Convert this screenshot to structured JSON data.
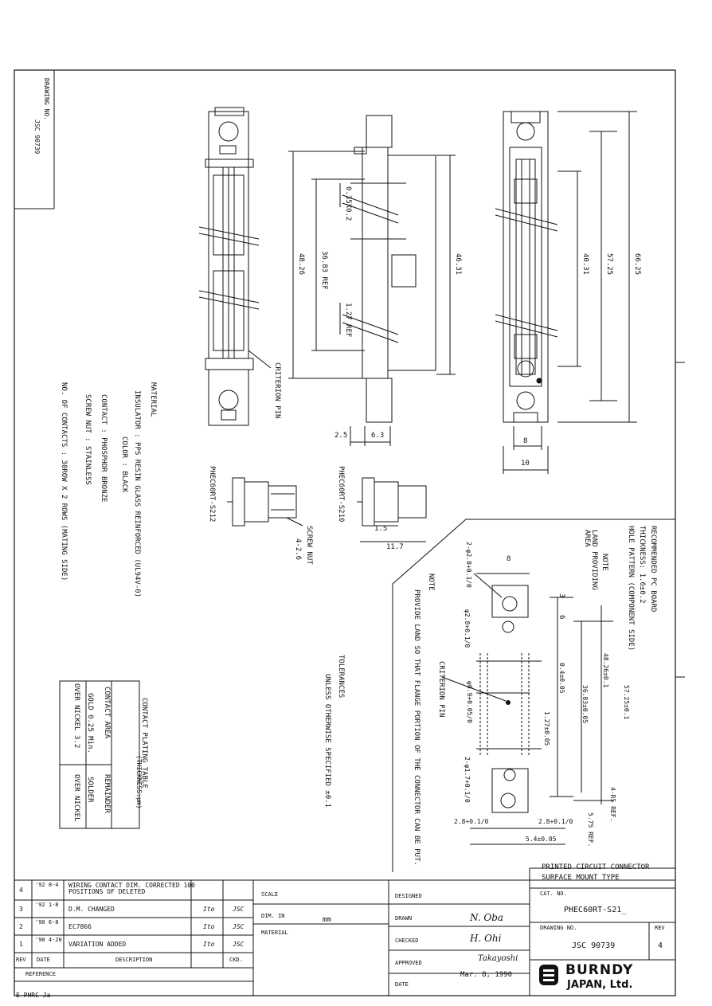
{
  "drawing_no_vertical": {
    "label": "DRAWING NO.",
    "value": "JSC 90739"
  },
  "views": {
    "dims_side": [
      "0.35X0.2",
      "36.83 REF",
      "48.26",
      "1.27 REF",
      "46.31",
      "2.5",
      "6.3"
    ],
    "dims_right": [
      "40.31",
      "57.25",
      "66.25",
      "8",
      "10"
    ],
    "criterion_pin": "CRITERION PIN",
    "model_a": "PHEC60RT-S212",
    "model_b": "PHEC60RT-S210",
    "screw_nut": "SCREW NUT",
    "screw_nut_dim": "4-2.6",
    "dim_15": "1.5",
    "dim_117": "11.7"
  },
  "material": {
    "title": "MATERIAL",
    "insulator": "INSULATOR : PPS RESIN GLASS REINFORCED (UL94V-0)",
    "color": "COLOR : BLACK",
    "contact": "CONTACT : PHOSPHOR BRONZE",
    "screw_nut": "SCREW NUT : STAINLESS",
    "contacts": "NO. OF CONTACTS : 30ROW X 2 ROWS (MATING SIDE)"
  },
  "plating_table": {
    "title": "CONTACT PLATING TABLE",
    "subtitle": "(THICKNESS:μm)",
    "headers": [
      "CONTACT AREA",
      "REMAINDER"
    ],
    "row1": [
      "GOLD 0.25 Min.",
      "SOLDER"
    ],
    "row2": [
      "OVER NICKEL 3.2",
      "OVER NICKEL"
    ]
  },
  "tolerance": {
    "line1": "TOLERANCES",
    "line2": "UNLESS OTHERWISE SPECIFIED ±0.1"
  },
  "pcb": {
    "title": "RECOMMENDED PC BOARD",
    "thickness": "THICKNESS: 1.6±0.2",
    "pattern": "HOLE PATTERN (COMPONENT SIDE)",
    "note": "NOTE",
    "land_area": "LAND PROVIDING AREA",
    "note2": "NOTE",
    "note2_text": "PROVIDE LAND SO THAT FLANGE PORTION OF THE CONNECTOR CAN BE PUT.",
    "criterion_pin": "CRITERION PIN",
    "dims": [
      "2-φ2.8+0.1/0",
      "8",
      "3",
      "6",
      "φ2.8+0.1/0",
      "0.4±0.05",
      "36.83±0.05",
      "48.26±0.1",
      "57.25±0.1",
      "1.27±0.05",
      "φ0.9+0.05/0",
      "2-φ1.7+0.1/0",
      "4-R5 REF.",
      "5.75 REF.",
      "2.8+0.1/0",
      "2.8+0.1/0",
      "5.4±0.05"
    ]
  },
  "revisions": [
    {
      "rev": "4",
      "date": "'92 8-4",
      "desc": "WIRING CONTACT DIM. CORRECTED 100 POSITIONS OF DELETED",
      "by": "",
      "chk": ""
    },
    {
      "rev": "3",
      "date": "'92 1-8",
      "desc": "D.M. CHANGED",
      "by": "Ito",
      "chk": "JSC"
    },
    {
      "rev": "2",
      "date": "'90 6-8",
      "desc": "EC7866",
      "by": "Ito",
      "chk": "JSC"
    },
    {
      "rev": "1",
      "date": "'90 4-20",
      "desc": "VARIATION ADDED",
      "by": "Ito",
      "chk": "JSC"
    }
  ],
  "rev_headers": {
    "rev": "REV",
    "date": "DATE",
    "desc": "DESCRIPTION",
    "chk": "CKD."
  },
  "reference_label": "REFERENCE",
  "scale_label": "SCALE",
  "dim_in_label": "DIM. IN",
  "dim_in_value": "mm",
  "material_label": "MATERIAL",
  "designed_label": "DESIGNED",
  "drawn_label": "DRAWN",
  "drawn_sig": "N. Oba",
  "checked_label": "CHECKED",
  "checked_sig": "H. Ohi",
  "approved_label": "APPROVED",
  "approved_sig": "Takayoshi",
  "date_label": "DATE",
  "date_value": "Mar. 8, 1990",
  "title": {
    "line1": "PRINTED CIRCUIT CONNECTOR",
    "line2": "SURFACE MOUNT TYPE"
  },
  "cat_no_label": "CAT. NO.",
  "cat_no": "PHEC60RT-S21_",
  "drawing_no_label": "DRAWING NO.",
  "rev_label": "REV",
  "drawing_no": "JSC 90739",
  "rev_value": "4",
  "company": {
    "line1": "BURNDY",
    "line2": "JAPAN, Ltd."
  },
  "footer": "E-PHRC-Ja"
}
